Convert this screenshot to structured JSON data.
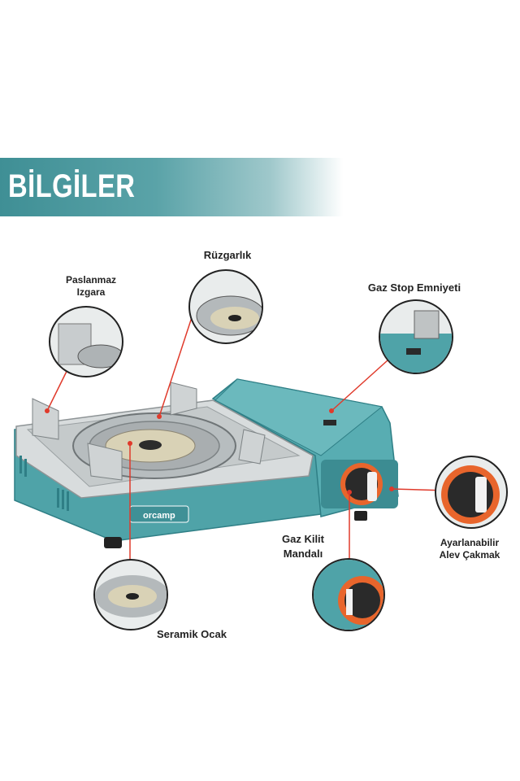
{
  "banner": {
    "title": "BİLGİLER"
  },
  "labels": {
    "paslanmaz_line1": "Paslanmaz",
    "paslanmaz_line2": "Izgara",
    "ruzgarlik": "Rüzgarlık",
    "gaz_stop": "Gaz Stop Emniyeti",
    "gaz_kilit_line1": "Gaz Kilit",
    "gaz_kilit_line2": "Mandalı",
    "ayarlanabilir_line1": "Ayarlanabilir",
    "ayarlanabilir_line2": "Alev Çakmak",
    "seramik": "Seramik Ocak"
  },
  "product": {
    "brand": "orcamp"
  },
  "colors": {
    "teal": "#4fa3a8",
    "teal_dark": "#2f7f86",
    "accent_red": "#e03a2b",
    "knob_orange": "#e8652c"
  }
}
